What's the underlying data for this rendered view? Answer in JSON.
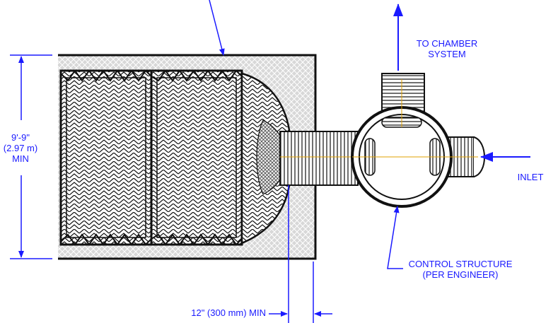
{
  "labels": {
    "height_dim": {
      "line1": "9'-9\"",
      "line2": "(2.97 m)",
      "line3": "MIN"
    },
    "to_chamber": {
      "line1": "TO CHAMBER",
      "line2": "SYSTEM"
    },
    "inlet": "INLET",
    "control_structure": {
      "line1": "CONTROL STRUCTURE",
      "line2": "(PER ENGINEER)"
    },
    "min_distance": "12\" (300 mm) MIN"
  },
  "colors": {
    "annotation": "#1a1aff",
    "linework": "#111111",
    "stone_fill": "#d8d8d8",
    "centerline": "#e0a000"
  }
}
